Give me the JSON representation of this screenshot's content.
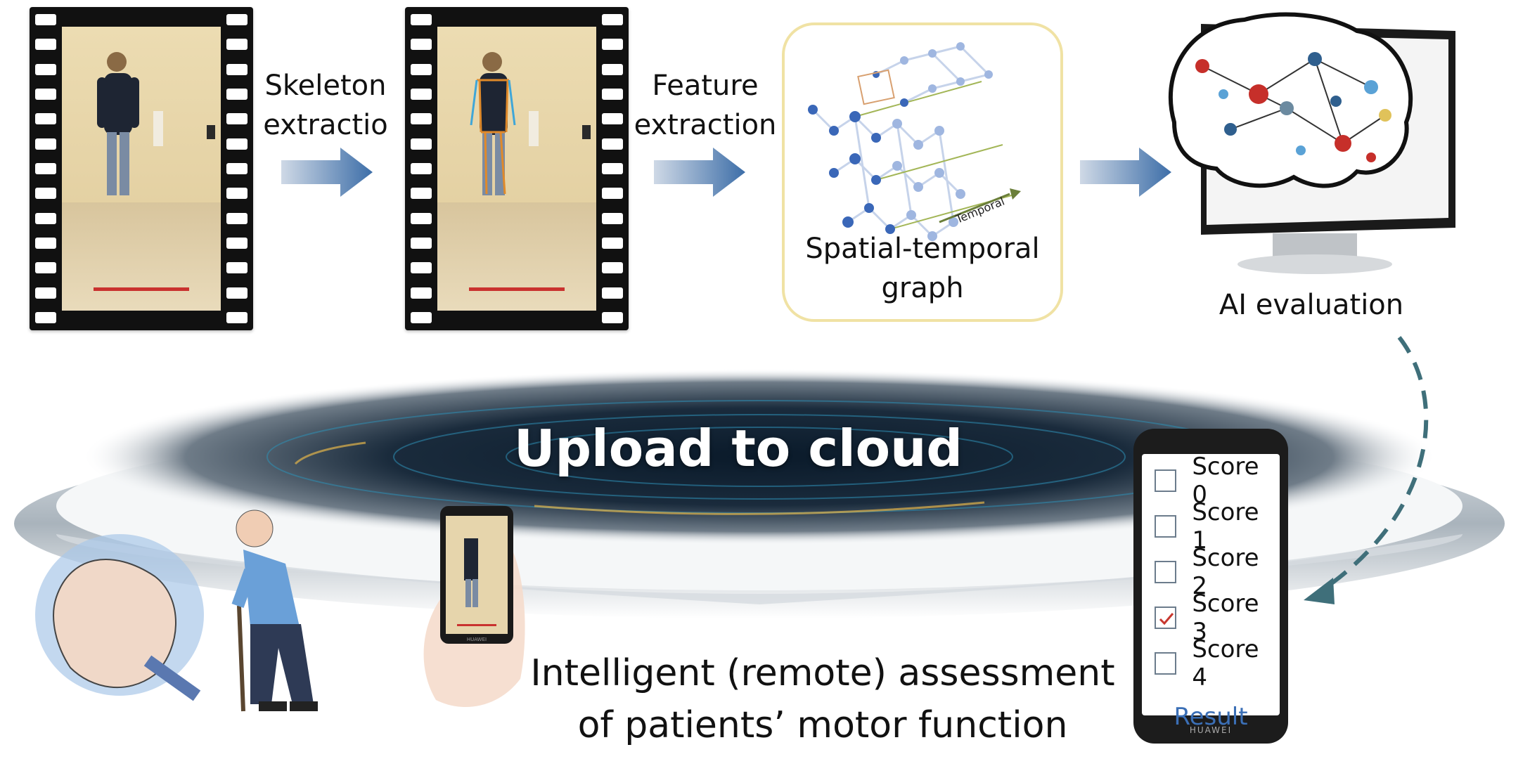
{
  "steps": {
    "skeleton_label": "Skeleton extractio",
    "feature_label": "Feature extraction",
    "graph_label": "Spatial-temporal graph",
    "graph_axis": "Temporal",
    "ai_label": "AI evaluation"
  },
  "cloud": {
    "title": "Upload to cloud"
  },
  "result_phone": {
    "options": [
      {
        "label": "Score 0",
        "checked": false
      },
      {
        "label": "Score 1",
        "checked": false
      },
      {
        "label": "Score 2",
        "checked": false
      },
      {
        "label": "Score 3",
        "checked": true
      },
      {
        "label": "Score 4",
        "checked": false
      }
    ],
    "result_label": "Result",
    "brand": "HUAWEI"
  },
  "small_phone": {
    "brand": "HUAWEI"
  },
  "caption": {
    "line1": "Intelligent (remote) assessment",
    "line2": "of patients’ motor function"
  },
  "colors": {
    "arrow_blue": "#3d6ea8",
    "graph_border": "#f0e2a4",
    "result_blue": "#3b6fb6",
    "dashed_arrow": "#3f6f7a"
  }
}
